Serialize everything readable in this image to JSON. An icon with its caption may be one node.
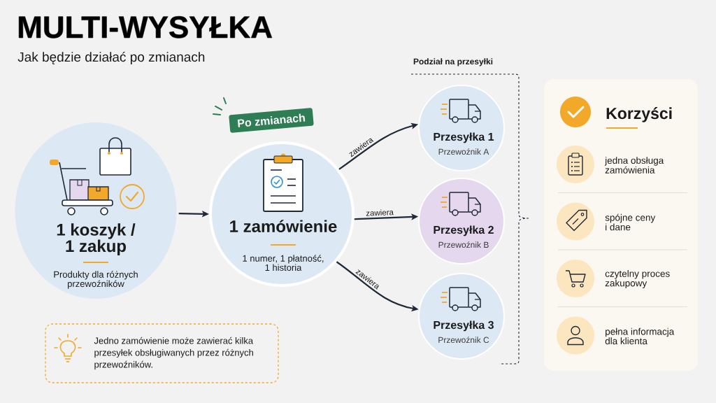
{
  "diagram": {
    "title": "MULTI-WYSYŁKA",
    "nodes": [
      {
        "text": [
          "1 koszyk / 1 zakup",
          "Produkty dla różnych przewoźników"
        ]
      },
      {
        "text": [
          "1 zamówienie",
          "1 numer, 1 płatność, 1 historia"
        ]
      },
      {
        "text": [
          "Po zmianach"
        ]
      },
      {
        "text": [
          "Przesyłka 1",
          "Przewoźnik A"
        ]
      },
      {
        "text": [
          "Przesyłka 2",
          "Przewoźnik B"
        ]
      },
      {
        "text": [
          "Przesyłka 3",
          "Przewoźnik C"
        ]
      },
      {
        "text": [
          "Korzyści",
          "jedna obsługa zamówienia",
          "spójne ceny i dane",
          "czytelny proces zakupowy",
          "pełna informacja dla klienta"
        ]
      },
      {
        "text": [
          "Jedno zamówienie może zawierać kilka przesyłek obsługiwanych przez różnych przewoźników."
        ]
      }
    ],
    "edges": [
      {
        "from": 0,
        "to": 1,
        "arrow": "to"
      },
      {
        "from": 1,
        "to": 3,
        "arrow": "to",
        "label": "zawiera"
      },
      {
        "from": 1,
        "to": 4,
        "arrow": "to",
        "label": "zawiera"
      },
      {
        "from": 1,
        "to": 5,
        "arrow": "to",
        "label": "zawiera"
      }
    ],
    "labels": [
      "Jak będzie działać po zmianach",
      "Podział na przesyłki"
    ]
  }
}
